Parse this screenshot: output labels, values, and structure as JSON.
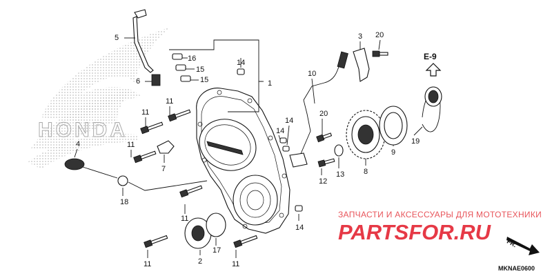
{
  "diagram": {
    "callouts": [
      "1",
      "2",
      "3",
      "4",
      "5",
      "6",
      "7",
      "8",
      "9",
      "10",
      "11",
      "11",
      "11",
      "11",
      "11",
      "11",
      "12",
      "13",
      "14",
      "14",
      "14",
      "14",
      "15",
      "15",
      "16",
      "17",
      "18",
      "19",
      "20",
      "20"
    ],
    "reference_label": "E-9",
    "diagram_code": "MKNAE0600",
    "direction_label": "FR.",
    "background_logo": "HONDA"
  },
  "watermark": {
    "tagline": "ЗАПЧАСТИ И АКСЕССУАРЫ ДЛЯ МОТОТЕХНИКИ",
    "logo": "PARTSFOR.RU"
  },
  "colors": {
    "line": "#111111",
    "watermark_red": "#e63946",
    "halftone_gray": "#bbbbbb"
  }
}
